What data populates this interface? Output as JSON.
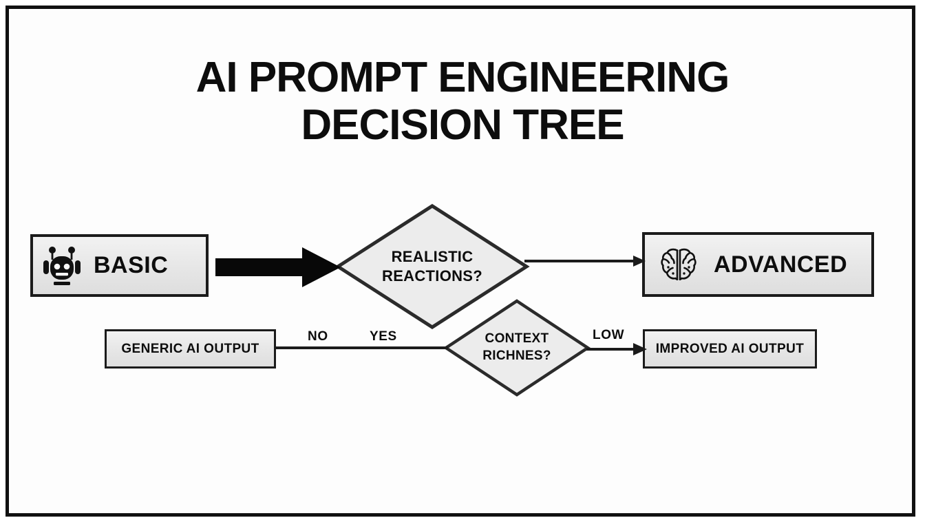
{
  "title": {
    "line1": "AI PROMPT ENGINEERING",
    "line2": "DECISION TREE"
  },
  "nodes": {
    "basic": {
      "label": "BASIC",
      "icon": "robot-icon"
    },
    "advanced": {
      "label": "ADVANCED",
      "icon": "brain-icon"
    },
    "generic_output": {
      "label": "GENERIC AI OUTPUT"
    },
    "improved_output": {
      "label": "IMPROVED AI OUTPUT"
    }
  },
  "decisions": {
    "realistic": {
      "line1": "REALISTIC",
      "line2": "REACTIONS?"
    },
    "context": {
      "line1": "CONTEXT",
      "line2": "RICHNES?"
    }
  },
  "edges": {
    "no": "NO",
    "yes": "YES",
    "low": "LOW"
  },
  "colors": {
    "frame": "#111111",
    "ink": "#0d0d0d",
    "node_fill": "#ececec",
    "node_border": "#1b1b1b",
    "background": "#fdfdfd"
  }
}
